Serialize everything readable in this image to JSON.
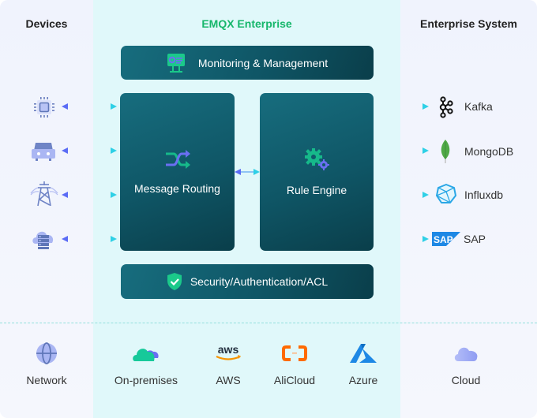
{
  "columns": {
    "left_title": "Devices",
    "middle_title": "EMQX Enterprise",
    "right_title": "Enterprise System"
  },
  "colors": {
    "brand_green": "#16b76b",
    "dark_box": "#0f5666",
    "arrow_left": "#5b6cf5",
    "arrow_right": "#2fd0e6",
    "divider": "#93e0dc"
  },
  "devices": [
    {
      "icon": "chip-icon",
      "name": "chip"
    },
    {
      "icon": "car-icon",
      "name": "car"
    },
    {
      "icon": "power-tower-icon",
      "name": "power-tower"
    },
    {
      "icon": "server-cloud-icon",
      "name": "server-cloud"
    }
  ],
  "emqx": {
    "monitoring": {
      "label": "Monitoring & Management",
      "icon": "monitor-dashboard-icon"
    },
    "routing": {
      "label": "Message Routing",
      "icon": "shuffle-icon"
    },
    "rule_engine": {
      "label": "Rule Engine",
      "icon": "gears-icon"
    },
    "security": {
      "label": "Security/Authentication/ACL",
      "icon": "shield-check-icon"
    }
  },
  "enterprise_systems": [
    {
      "label": "Kafka",
      "icon": "kafka-icon"
    },
    {
      "label": "MongoDB",
      "icon": "mongodb-leaf-icon"
    },
    {
      "label": "Influxdb",
      "icon": "influxdb-icon"
    },
    {
      "label": "SAP",
      "icon": "sap-logo-icon"
    }
  ],
  "deployment": [
    {
      "label": "Network",
      "icon": "globe-icon"
    },
    {
      "label": "On-premises",
      "icon": "green-cloud-icon"
    },
    {
      "label": "AWS",
      "icon": "aws-logo-icon",
      "logo_text": "aws"
    },
    {
      "label": "AliCloud",
      "icon": "alicloud-logo-icon"
    },
    {
      "label": "Azure",
      "icon": "azure-logo-icon"
    },
    {
      "label": "Cloud",
      "icon": "cloud-icon"
    }
  ]
}
